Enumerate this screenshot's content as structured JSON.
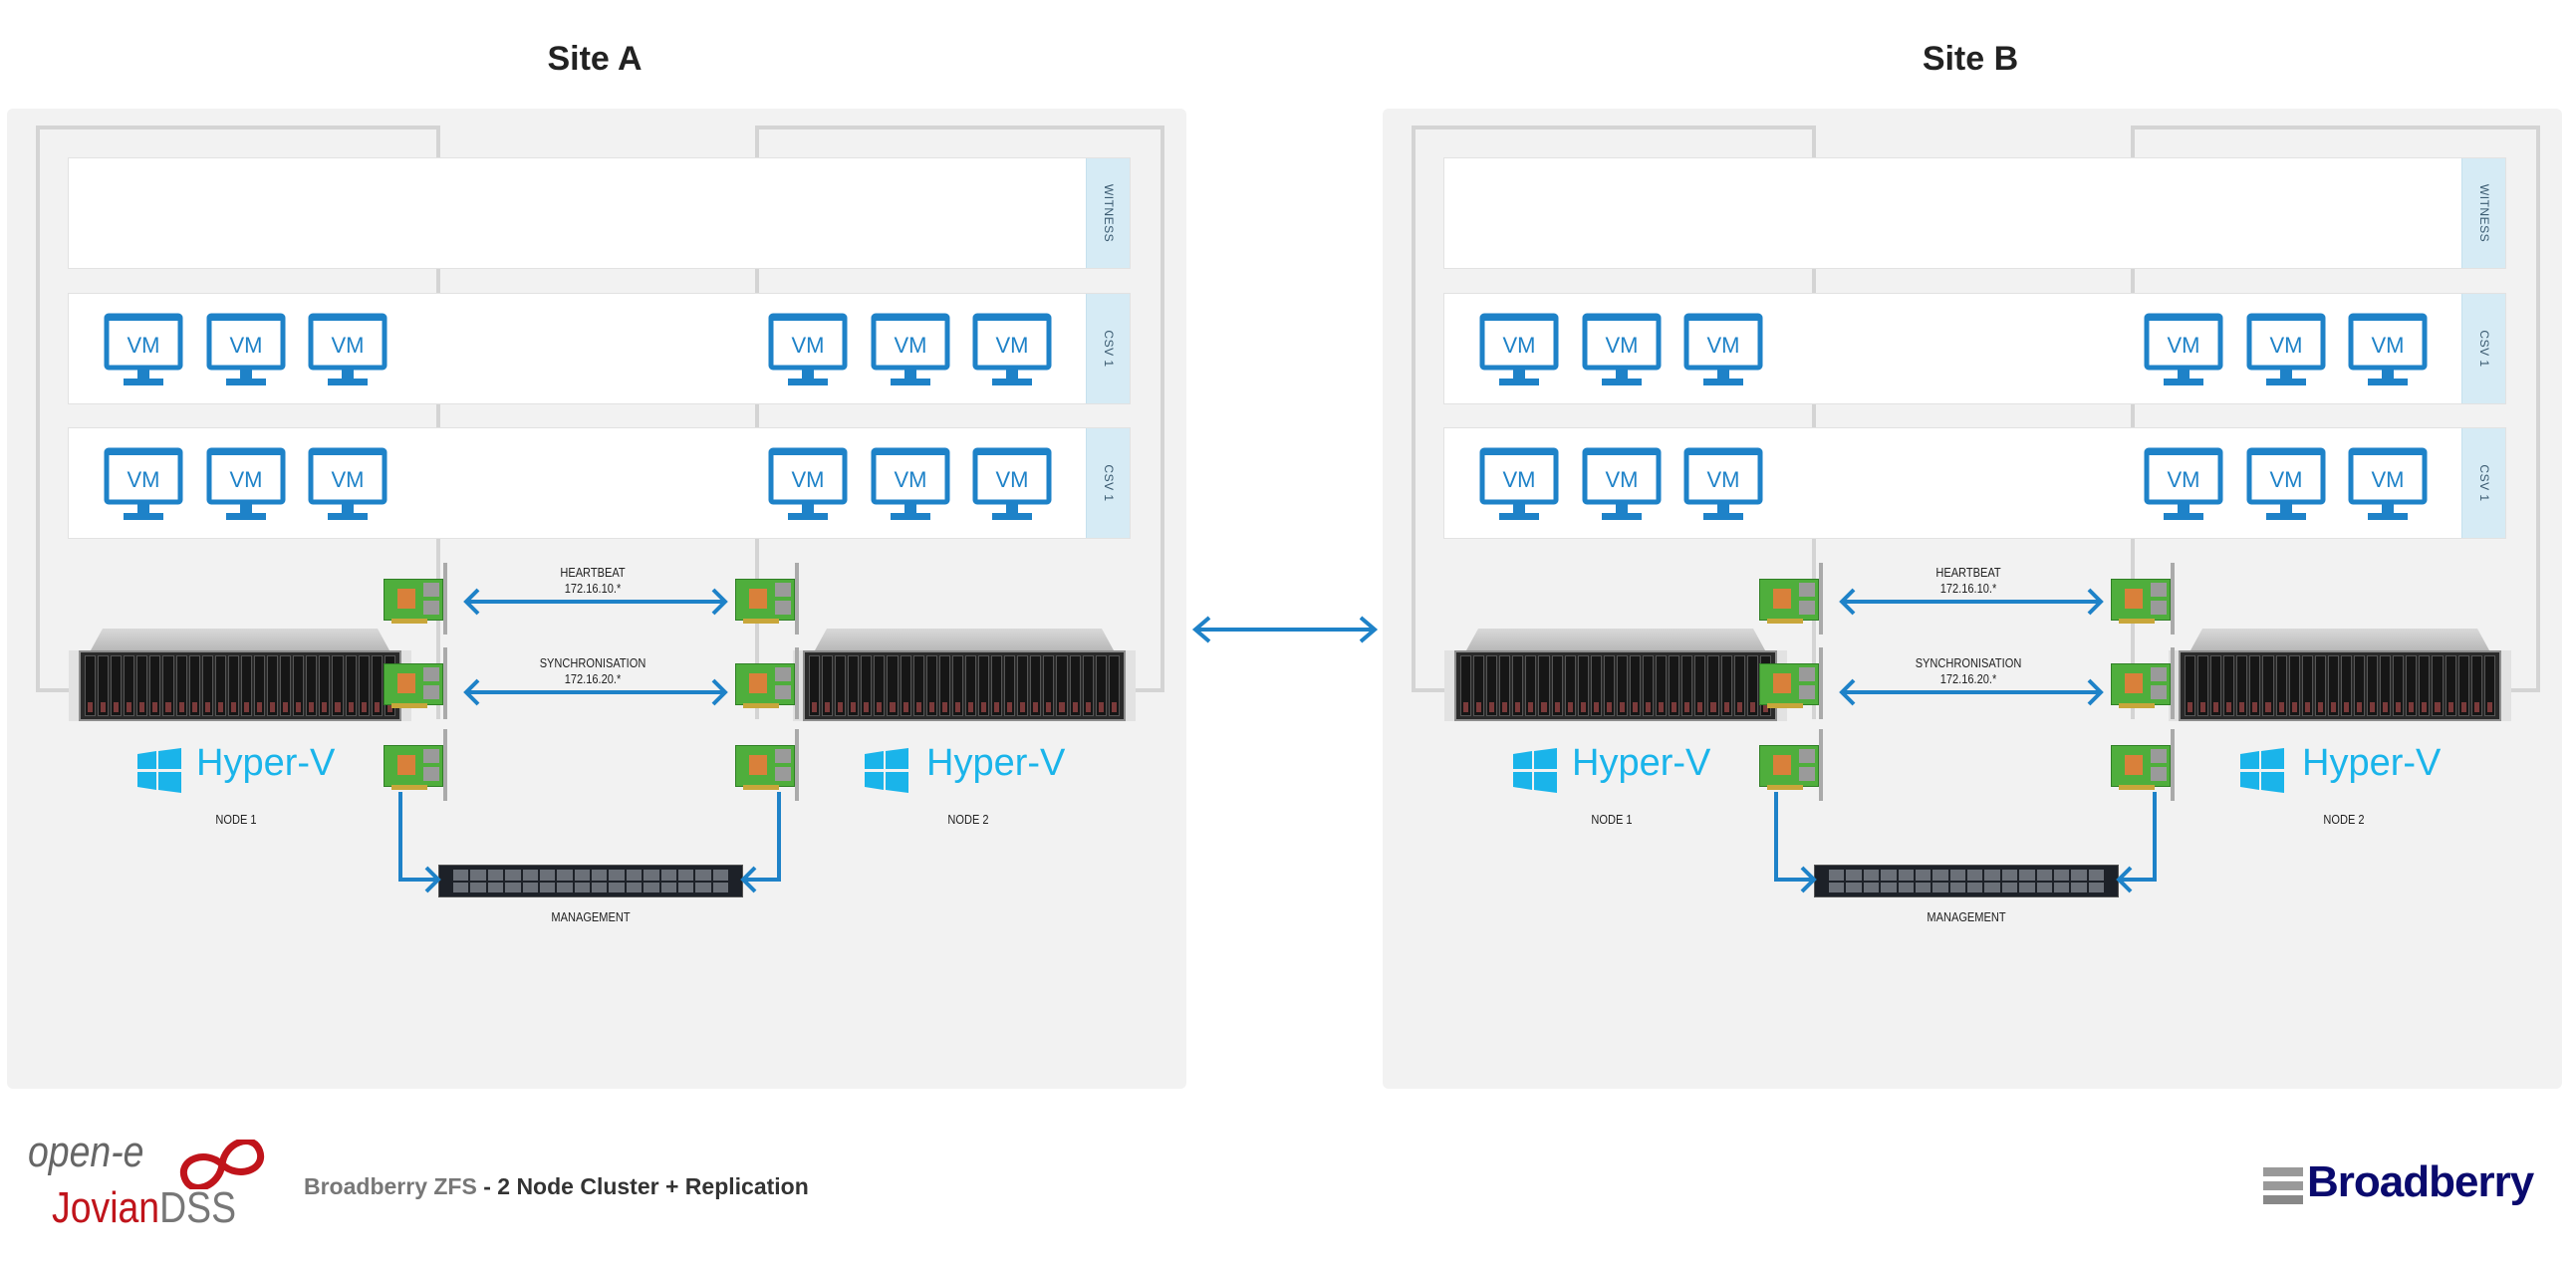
{
  "sites": [
    {
      "title": "Site A",
      "storage": [
        {
          "label": "WITNESS",
          "vms": []
        },
        {
          "label": "CSV 1",
          "vms": [
            "VM",
            "VM",
            "VM",
            "VM",
            "VM",
            "VM"
          ]
        },
        {
          "label": "CSV 1",
          "vms": [
            "VM",
            "VM",
            "VM",
            "VM",
            "VM",
            "VM"
          ]
        }
      ],
      "heartbeat": {
        "label": "HEARTBEAT",
        "ip": "172.16.10.*"
      },
      "sync": {
        "label": "SYNCHRONISATION",
        "ip": "172.16.20.*"
      },
      "nodes": [
        {
          "os": "Hyper-V",
          "label": "NODE 1"
        },
        {
          "os": "Hyper-V",
          "label": "NODE 2"
        }
      ],
      "management": "MANAGEMENT"
    },
    {
      "title": "Site B",
      "storage": [
        {
          "label": "WITNESS",
          "vms": []
        },
        {
          "label": "CSV 1",
          "vms": [
            "VM",
            "VM",
            "VM",
            "VM",
            "VM",
            "VM"
          ]
        },
        {
          "label": "CSV 1",
          "vms": [
            "VM",
            "VM",
            "VM",
            "VM",
            "VM",
            "VM"
          ]
        }
      ],
      "heartbeat": {
        "label": "HEARTBEAT",
        "ip": "172.16.10.*"
      },
      "sync": {
        "label": "SYNCHRONISATION",
        "ip": "172.16.20.*"
      },
      "nodes": [
        {
          "os": "Hyper-V",
          "label": "NODE 1"
        },
        {
          "os": "Hyper-V",
          "label": "NODE 2"
        }
      ],
      "management": "MANAGEMENT"
    }
  ],
  "footer": {
    "openE_logo": {
      "top": "open-e",
      "jovian": "Jovian",
      "dss": "DSS"
    },
    "title_brand": "Broadberry ZFS",
    "title_rest": " - 2 Node Cluster + Replication",
    "broadberry_logo": "Broadberry"
  },
  "colors": {
    "link": "#1e82c8",
    "vm": "#1e82c8",
    "hyperv": "#1ab4ea",
    "strip": "#d6ebf5",
    "panel": "#f2f2f2",
    "broadberry": "#0a0a6e",
    "openE_red": "#c0141b"
  },
  "icons": {
    "vm": "monitor-icon",
    "os": "windows-logo-icon",
    "link": "double-arrow-icon"
  }
}
